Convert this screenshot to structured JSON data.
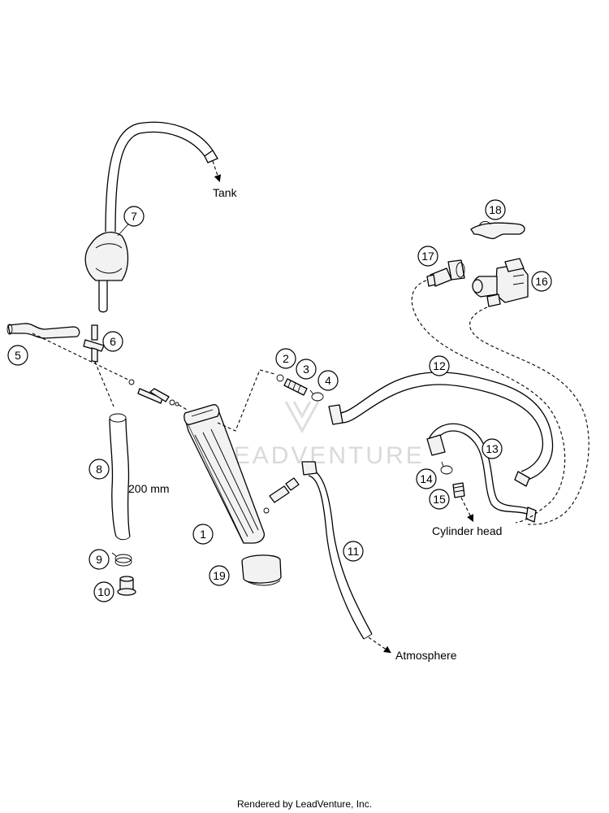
{
  "callouts": {
    "c1": "1",
    "c2": "2",
    "c3": "3",
    "c4": "4",
    "c5": "5",
    "c6": "6",
    "c7": "7",
    "c8": "8",
    "c9": "9",
    "c10": "10",
    "c11": "11",
    "c12": "12",
    "c13": "13",
    "c14": "14",
    "c15": "15",
    "c16": "16",
    "c17": "17",
    "c18": "18",
    "c19": "19"
  },
  "labels": {
    "tank": "Tank",
    "atmosphere": "Atmosphere",
    "cylinder_head": "Cylinder head",
    "length": "200 mm"
  },
  "watermark": "LEADVENTURE",
  "footer": "Rendered by LeadVenture, Inc."
}
